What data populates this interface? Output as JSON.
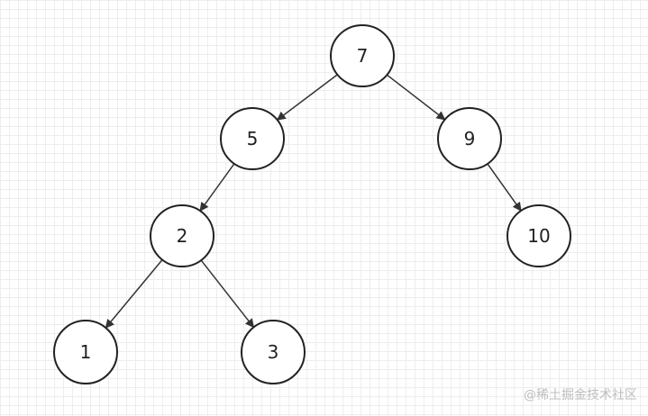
{
  "diagram": {
    "nodes": [
      {
        "id": "n7",
        "label": "7"
      },
      {
        "id": "n5",
        "label": "5"
      },
      {
        "id": "n9",
        "label": "9"
      },
      {
        "id": "n2",
        "label": "2"
      },
      {
        "id": "n10",
        "label": "10"
      },
      {
        "id": "n1",
        "label": "1"
      },
      {
        "id": "n3",
        "label": "3"
      }
    ],
    "edges": [
      {
        "from": "n7",
        "to": "n5"
      },
      {
        "from": "n7",
        "to": "n9"
      },
      {
        "from": "n5",
        "to": "n2"
      },
      {
        "from": "n9",
        "to": "n10"
      },
      {
        "from": "n2",
        "to": "n1"
      },
      {
        "from": "n2",
        "to": "n3"
      }
    ]
  },
  "watermark": {
    "text": "@稀土掘金技术社区"
  },
  "colors": {
    "node_stroke": "#222222",
    "edge_stroke": "#333333",
    "background": "#ffffff",
    "grid": "#ededed"
  }
}
